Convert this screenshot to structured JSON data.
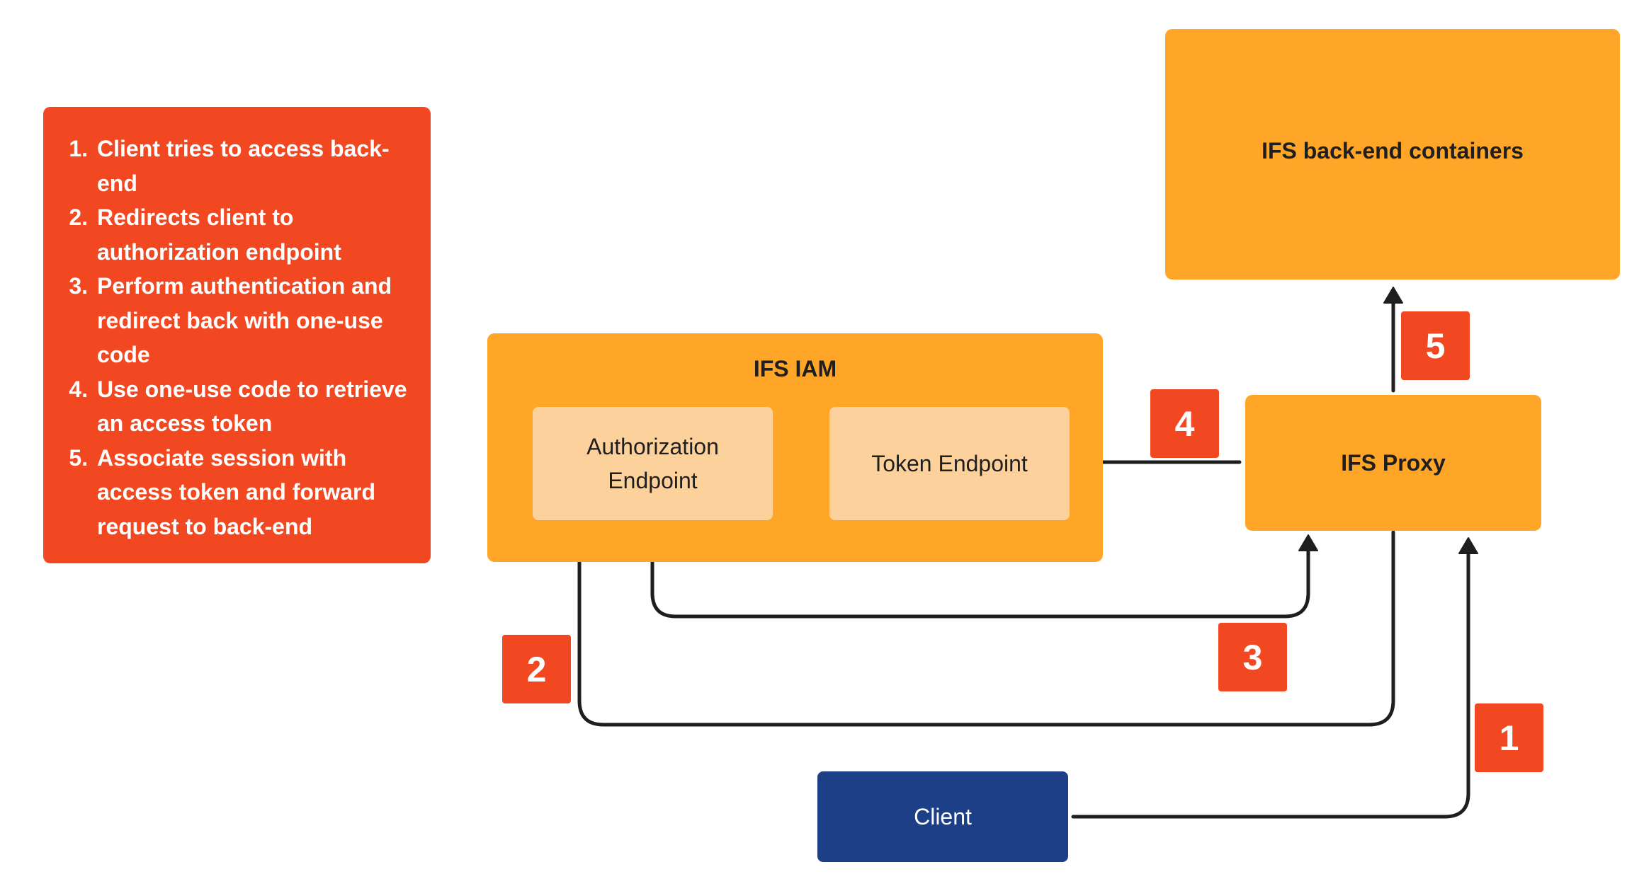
{
  "legend": {
    "steps": [
      "Client tries to access back-end",
      "Redirects client to authorization endpoint",
      "Perform authentication and redirect back with one-use code",
      "Use one-use code to retrieve an access token",
      "Associate session with access token and forward request to back-end"
    ]
  },
  "nodes": {
    "backend": "IFS back-end containers",
    "iam": "IFS IAM",
    "authorization_endpoint": "Authorization Endpoint",
    "token_endpoint": "Token Endpoint",
    "proxy": "IFS Proxy",
    "client": "Client"
  },
  "step_badges": {
    "one": "1",
    "two": "2",
    "three": "3",
    "four": "4",
    "five": "5"
  },
  "colors": {
    "badge_red": "#f24822",
    "box_orange": "#ffa629",
    "inner_peach": "#fcd19c",
    "client_blue": "#1d3f87",
    "arrow": "#1e1e1e"
  }
}
